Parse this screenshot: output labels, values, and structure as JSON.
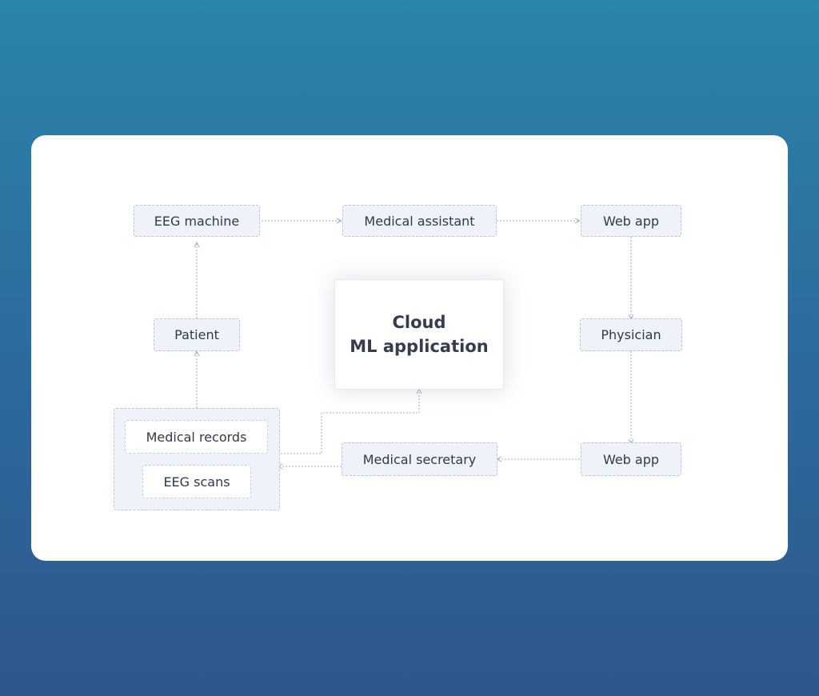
{
  "nodes": {
    "eeg_machine": "EEG machine",
    "medical_assistant": "Medical assistant",
    "web_app_top": "Web app",
    "patient": "Patient",
    "physician": "Physician",
    "cloud_line1": "Cloud",
    "cloud_line2": "ML application",
    "medical_records": "Medical records",
    "eeg_scans": "EEG scans",
    "medical_secretary": "Medical secretary",
    "web_app_bottom": "Web app"
  },
  "colors": {
    "background_top": "#2b84a9",
    "background_bottom": "#2f568e",
    "card": "#ffffff",
    "node_fill": "#eef2f9",
    "node_border": "#b9c5dc",
    "connector": "#a3b1cb",
    "text": "#2f3a4b"
  }
}
